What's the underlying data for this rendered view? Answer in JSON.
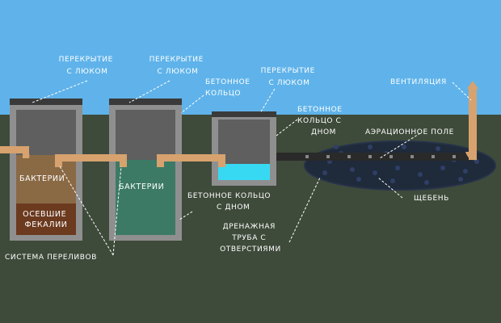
{
  "labels": {
    "cover_hatch_1": [
      "ПЕРЕКРЫТИЕ",
      "С ЛЮКОМ"
    ],
    "cover_hatch_2": [
      "ПЕРЕКРЫТИЕ",
      "С ЛЮКОМ"
    ],
    "cover_hatch_3": [
      "ПЕРЕКРЫТИЕ",
      "С ЛЮКОМ"
    ],
    "concrete_ring": [
      "БЕТОННОЕ",
      "КОЛЬЦО"
    ],
    "concrete_ring_bottom_top": [
      "БЕТОННОЕ",
      "КОЛЬЦО С",
      "ДНОМ"
    ],
    "concrete_ring_bottom_mid": [
      "БЕТОННОЕ КОЛЬЦО",
      "С ДНОМ"
    ],
    "ventilation": "ВЕНТИЛЯЦИЯ",
    "aeration_field": "АЭРАЦИОННОЕ ПОЛЕ",
    "gravel": "ЩЕБЕНЬ",
    "drainage_pipe": [
      "ДРЕНАЖНАЯ",
      "ТРУБА С",
      "ОТВЕРСТИЯМИ"
    ],
    "overflow_system": "СИСТЕМА ПЕРЕЛИВОВ",
    "bacteria_1": "БАКТЕРИИ",
    "bacteria_2": "БАКТЕРИИ",
    "sediment": [
      "ОСЕВШИЕ",
      "ФЕКАЛИИ"
    ]
  },
  "colors": {
    "sky": "#5fb3ea",
    "ground": "#3e4a3a",
    "concrete_wall": "#8f8f8f",
    "tank_interior": "#5f5f5f",
    "pipe": "#d7a26e",
    "bacteria_layer": "#8a6a45",
    "sediment": "#6b3a1f",
    "water_tank2": "#3c7a66",
    "water_tank3": "#37d9f2",
    "label_text": "#ffffff"
  }
}
